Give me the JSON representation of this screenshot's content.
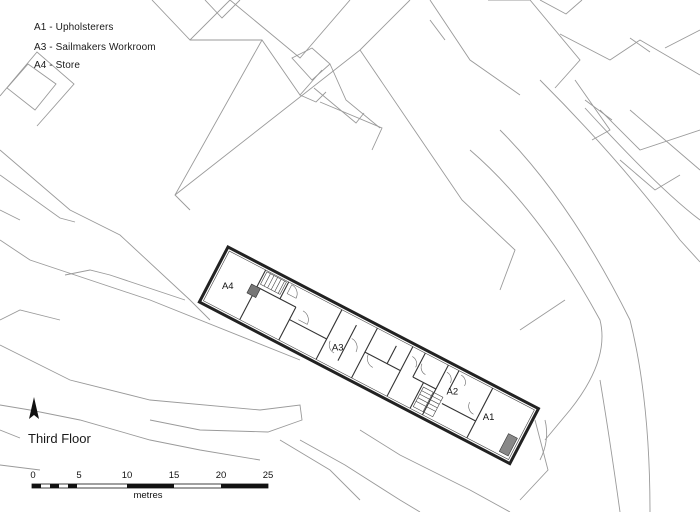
{
  "legend": {
    "items": [
      "A1 - Upholsterers",
      "A3 - Sailmakers Workroom",
      "A4 - Store"
    ]
  },
  "rooms": {
    "a4": "A4",
    "a3": "A3",
    "a2": "A2",
    "a1": "A1"
  },
  "floor_title": "Third Floor",
  "north_arrow_icon": "north-arrow-icon",
  "scale": {
    "ticks": [
      "0",
      "5",
      "10",
      "15",
      "20",
      "25"
    ],
    "unit": "metres"
  },
  "colors": {
    "line": "#9a9a9a",
    "wall": "#222222",
    "background": "#ffffff"
  }
}
